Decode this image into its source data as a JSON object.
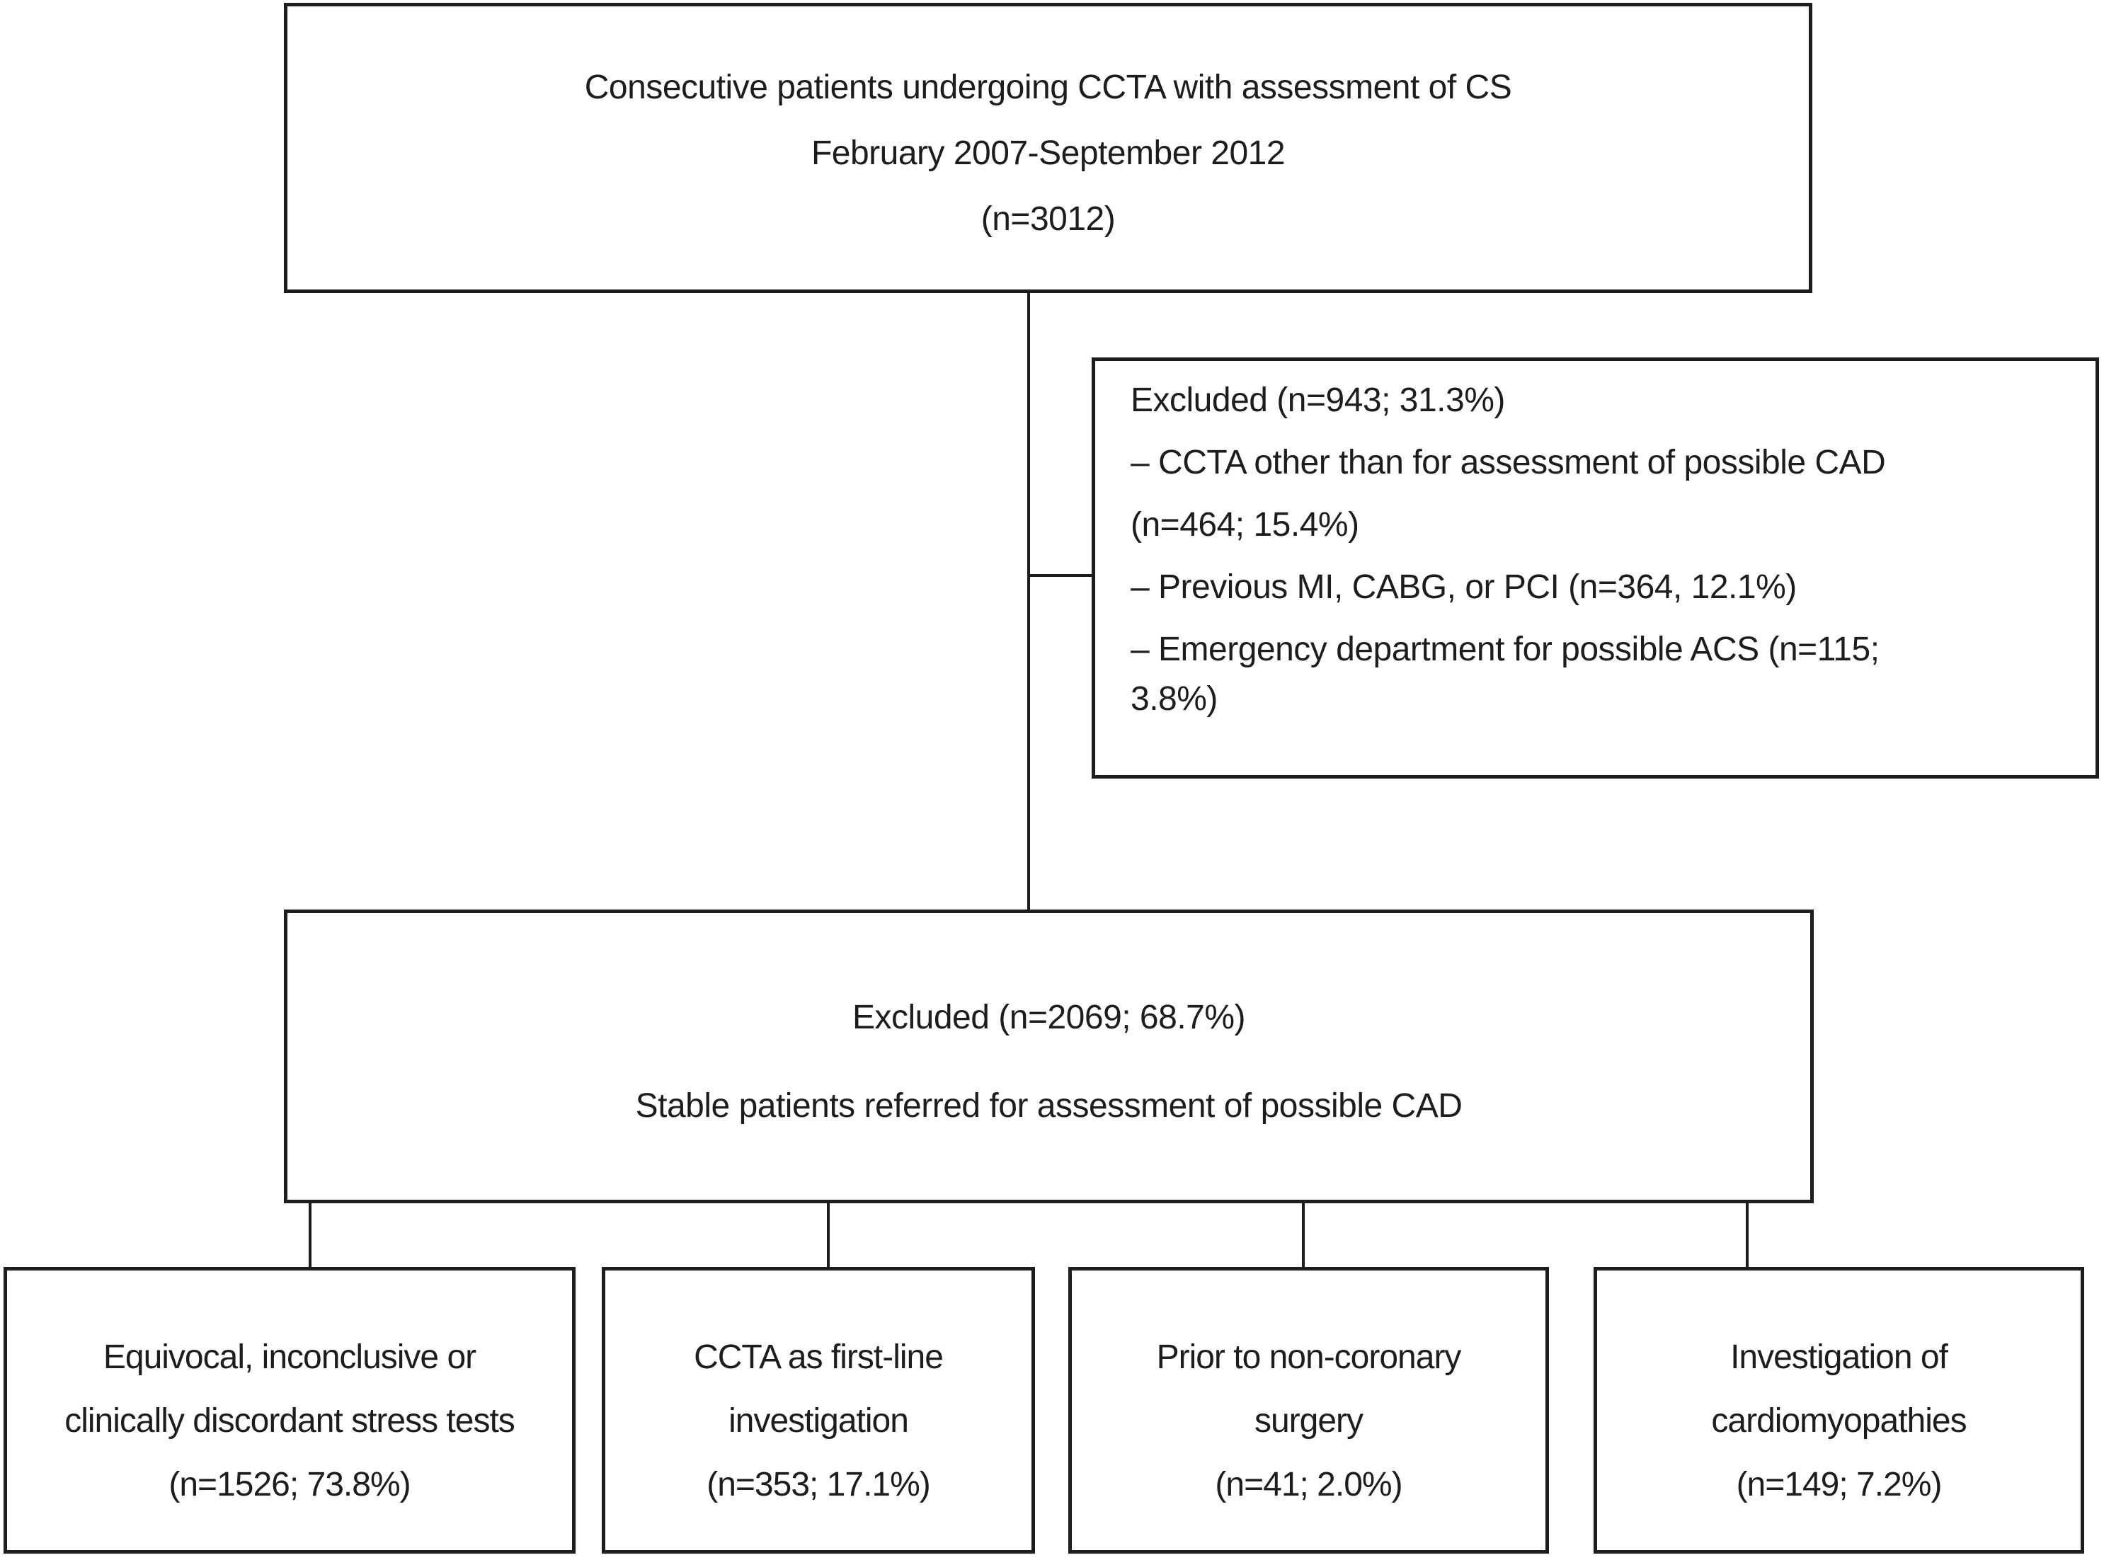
{
  "colors": {
    "ink": "#1d1d1b",
    "background": "#ffffff"
  },
  "diagram": {
    "enrollment": {
      "line1": "Consecutive patients undergoing CCTA with assessment of CS",
      "line2": "February 2007-September 2012",
      "line3": "(n=3012)"
    },
    "excluded_side": {
      "line1": "Excluded (n=943; 31.3%)",
      "line2": "– CCTA other than for assessment of possible CAD",
      "line3": "(n=464; 15.4%)",
      "line4": "– Previous MI, CABG, or PCI (n=364, 12.1%)",
      "line5": "– Emergency department for possible ACS (n=115;",
      "line6": "3.8%)"
    },
    "excluded_main": {
      "line1": "Excluded (n=2069; 68.7%)",
      "line2": "Stable patients referred for assessment of possible CAD"
    },
    "outcomes": [
      {
        "line1": "Equivocal, inconclusive or",
        "line2": "clinically discordant stress tests",
        "line3": "(n=1526; 73.8%)"
      },
      {
        "line1": "CCTA as first-line",
        "line2": "investigation",
        "line3": "(n=353; 17.1%)"
      },
      {
        "line1": "Prior to non-coronary",
        "line2": "surgery",
        "line3": "(n=41; 2.0%)"
      },
      {
        "line1": "Investigation of",
        "line2": "cardiomyopathies",
        "line3": "(n=149; 7.2%)"
      }
    ]
  }
}
